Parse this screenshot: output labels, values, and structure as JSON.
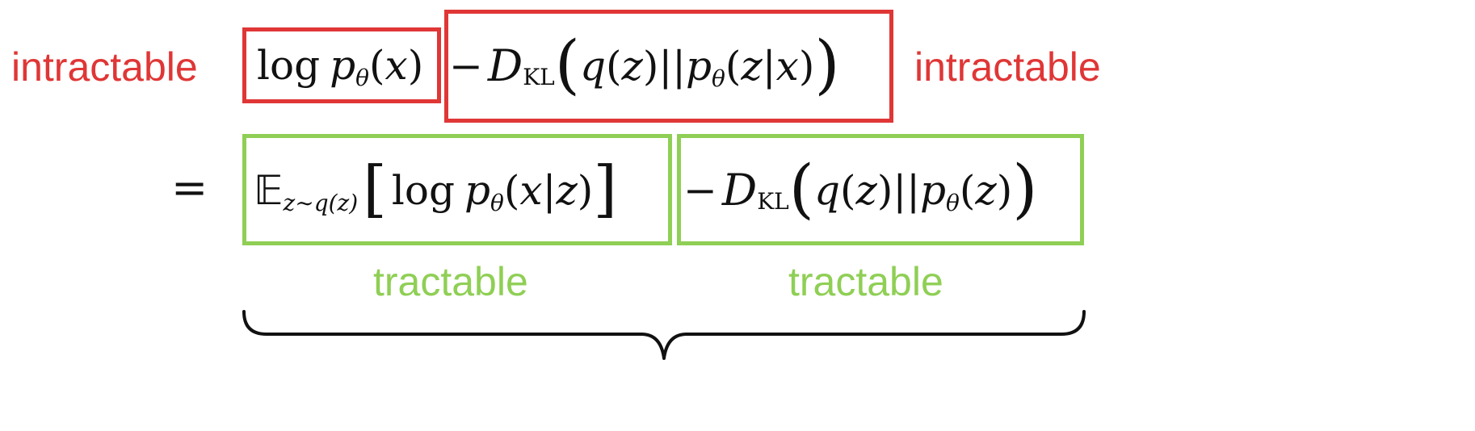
{
  "labels": {
    "top_left": "intractable",
    "top_right": "intractable",
    "bottom_left": "tractable",
    "bottom_right": "tractable"
  },
  "equation": {
    "equals": "=",
    "log": "log",
    "minus": "−",
    "kl_D": "D",
    "kl_sub": "KL",
    "expectation_E": "𝔼",
    "expectation_sub": "z∼q(z)"
  },
  "colors": {
    "intractable": "#e03636",
    "tractable": "#8fcf55"
  }
}
